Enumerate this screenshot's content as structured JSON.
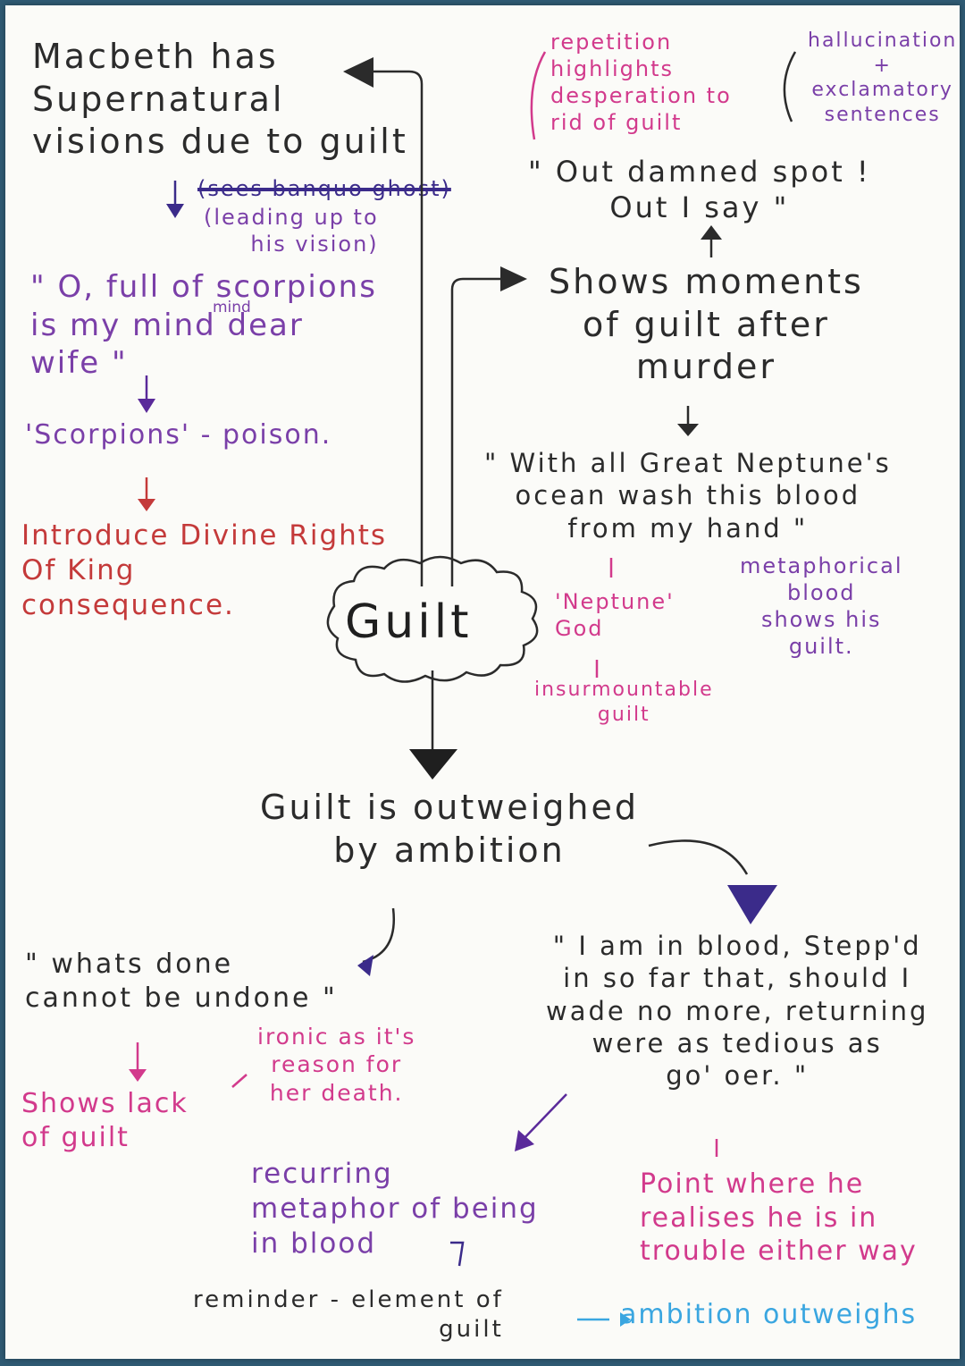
{
  "colors": {
    "ink": "#2b2b2b",
    "purple": "#7a3fa8",
    "pink": "#d23a8c",
    "red": "#c43a3a",
    "blue": "#3aa6e0",
    "navy": "#3b2b8a"
  },
  "center": {
    "label": "Guilt"
  },
  "left_branch": {
    "heading": "Macbeth has\nSupernatural\nvisions due to guilt",
    "struck": "(sees banquo ghost)",
    "leading": "(leading up to\nhis vision)",
    "quote": "\" O, full of scorpions\nis my mind dear\nwife \"",
    "insert": "mind",
    "crossed": "wife",
    "scorpions": "'Scorpions' - poison.",
    "divine": "Introduce Divine Rights\nOf King\nconsequence."
  },
  "right_branch": {
    "repetition_note": "repetition\nhighlights\ndesperation to\nrid of guilt",
    "hallucination_note": "hallucination\n+\nexclamatory\nsentences",
    "quote": "\" Out damned spot !\nOut I say \"",
    "heading": "Shows moments\nof guilt after\nmurder",
    "neptune_quote": "\" With all Great Neptune's\nocean wash this blood\nfrom my hand \"",
    "neptune_note": "'Neptune'\nGod",
    "insurmountable": "insurmountable\nguilt",
    "metaphorical": "metaphorical\nblood\nshows his\nguilt."
  },
  "bottom": {
    "heading": "Guilt is outweighed\nby ambition",
    "whats_done": "\" whats done\ncannot be undone \"",
    "ironic": "ironic as it's\nreason for\nher death.",
    "lack": "Shows lack\nof guilt",
    "blood_quote": "\" I am in blood, Stepp'd\nin so far that, should I\nwade no more, returning\nwere as tedious as\ngo' oer. \"",
    "recurring": "recurring\nmetaphor of being\nin blood",
    "reminder": "reminder - element of\nguilt",
    "point": "Point where he\nrealises he is in\ntrouble either way",
    "ambition": "ambition outweighs"
  }
}
